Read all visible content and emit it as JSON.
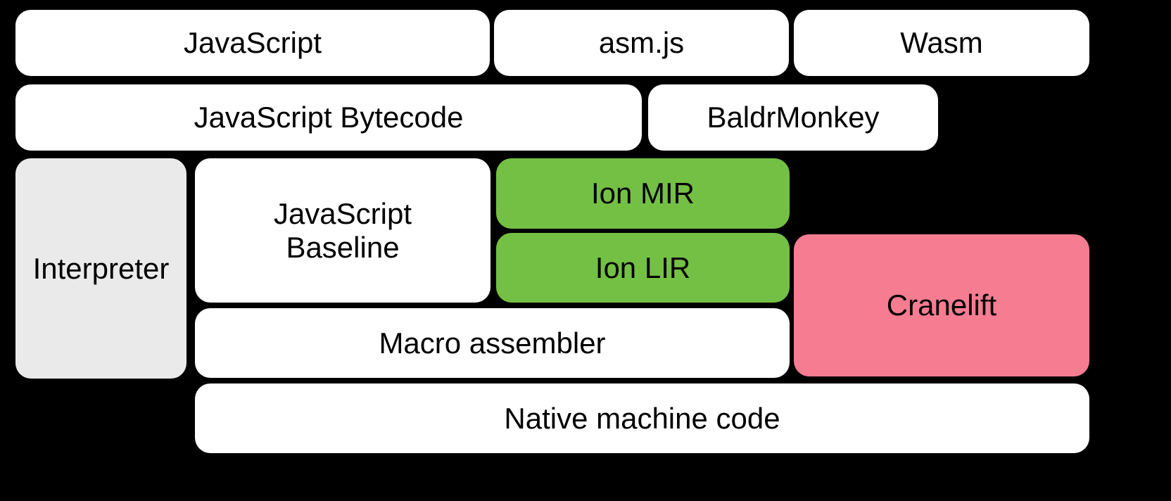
{
  "diagram": {
    "type": "layered-stack-diagram",
    "title": "SpiderMonkey compilation pipeline layers",
    "background_color": "#000000",
    "palette": {
      "white": "#FFFFFF",
      "gray": "#EAEAEA",
      "green": "#74C044",
      "pink": "#F67C91",
      "text": "#000000"
    },
    "rows": [
      {
        "row_name": "source-languages",
        "nodes": [
          {
            "label": "JavaScript",
            "color": "white"
          },
          {
            "label": "asm.js",
            "color": "white"
          },
          {
            "label": "Wasm",
            "color": "white"
          }
        ]
      },
      {
        "row_name": "intermediate-front-end",
        "nodes": [
          {
            "label": "JavaScript Bytecode",
            "color": "white"
          },
          {
            "label": "BaldrMonkey",
            "color": "white"
          }
        ]
      },
      {
        "row_name": "execution-tiers",
        "nodes": [
          {
            "label": "Interpreter",
            "color": "gray"
          },
          {
            "label": "JavaScript\nBaseline",
            "color": "white"
          },
          {
            "label": "Ion MIR",
            "color": "green"
          },
          {
            "label": "Ion LIR",
            "color": "green"
          },
          {
            "label": "Cranelift",
            "color": "pink"
          }
        ]
      },
      {
        "row_name": "code-emission",
        "nodes": [
          {
            "label": "Macro assembler",
            "color": "white"
          }
        ]
      },
      {
        "row_name": "output",
        "nodes": [
          {
            "label": "Native machine code",
            "color": "white"
          }
        ]
      }
    ],
    "boxes": {
      "javascript": "JavaScript",
      "asmjs": "asm.js",
      "wasm": "Wasm",
      "javascript_bytecode": "JavaScript Bytecode",
      "baldrmonkey": "BaldrMonkey",
      "interpreter": "Interpreter",
      "javascript_baseline": "JavaScript\nBaseline",
      "ion_mir": "Ion MIR",
      "ion_lir": "Ion LIR",
      "cranelift": "Cranelift",
      "macro_assembler": "Macro assembler",
      "native_machine_code": "Native machine code"
    }
  }
}
